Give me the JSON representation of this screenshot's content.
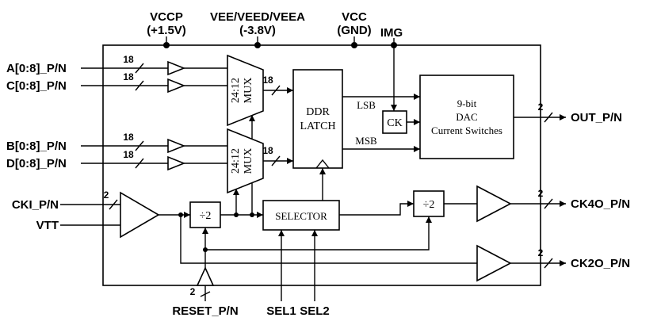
{
  "diagram": {
    "power_pins": [
      {
        "name": "VCCP",
        "value": "(+1.5V)"
      },
      {
        "name": "VEE/VEED/VEEA",
        "value": "(-3.8V)"
      },
      {
        "name": "VCC",
        "value": "(GND)"
      },
      {
        "name": "IMG",
        "value": ""
      }
    ],
    "inputs": {
      "a": "A[0:8]_P/N",
      "c": "C[0:8]_P/N",
      "b": "B[0:8]_P/N",
      "d": "D[0:8]_P/N",
      "cki": "CKI_P/N",
      "vtt": "VTT",
      "reset": "RESET_P/N",
      "sel1": "SEL1",
      "sel2": "SEL2"
    },
    "outputs": {
      "out": "OUT_P/N",
      "ck4o": "CK4O_P/N",
      "ck2o": "CK2O_P/N"
    },
    "blocks": {
      "mux": {
        "line1": "24:12",
        "line2": "MUX"
      },
      "ddr": {
        "line1": "DDR",
        "line2": "LATCH"
      },
      "ck": "CK",
      "dac": {
        "line1": "9-bit",
        "line2": "DAC",
        "line3": "Current Switches"
      },
      "div2": "÷2",
      "selector": "SELECTOR"
    },
    "signals": {
      "lsb": "LSB",
      "msb": "MSB"
    },
    "bus_widths": {
      "data": "18",
      "pair": "2"
    }
  }
}
